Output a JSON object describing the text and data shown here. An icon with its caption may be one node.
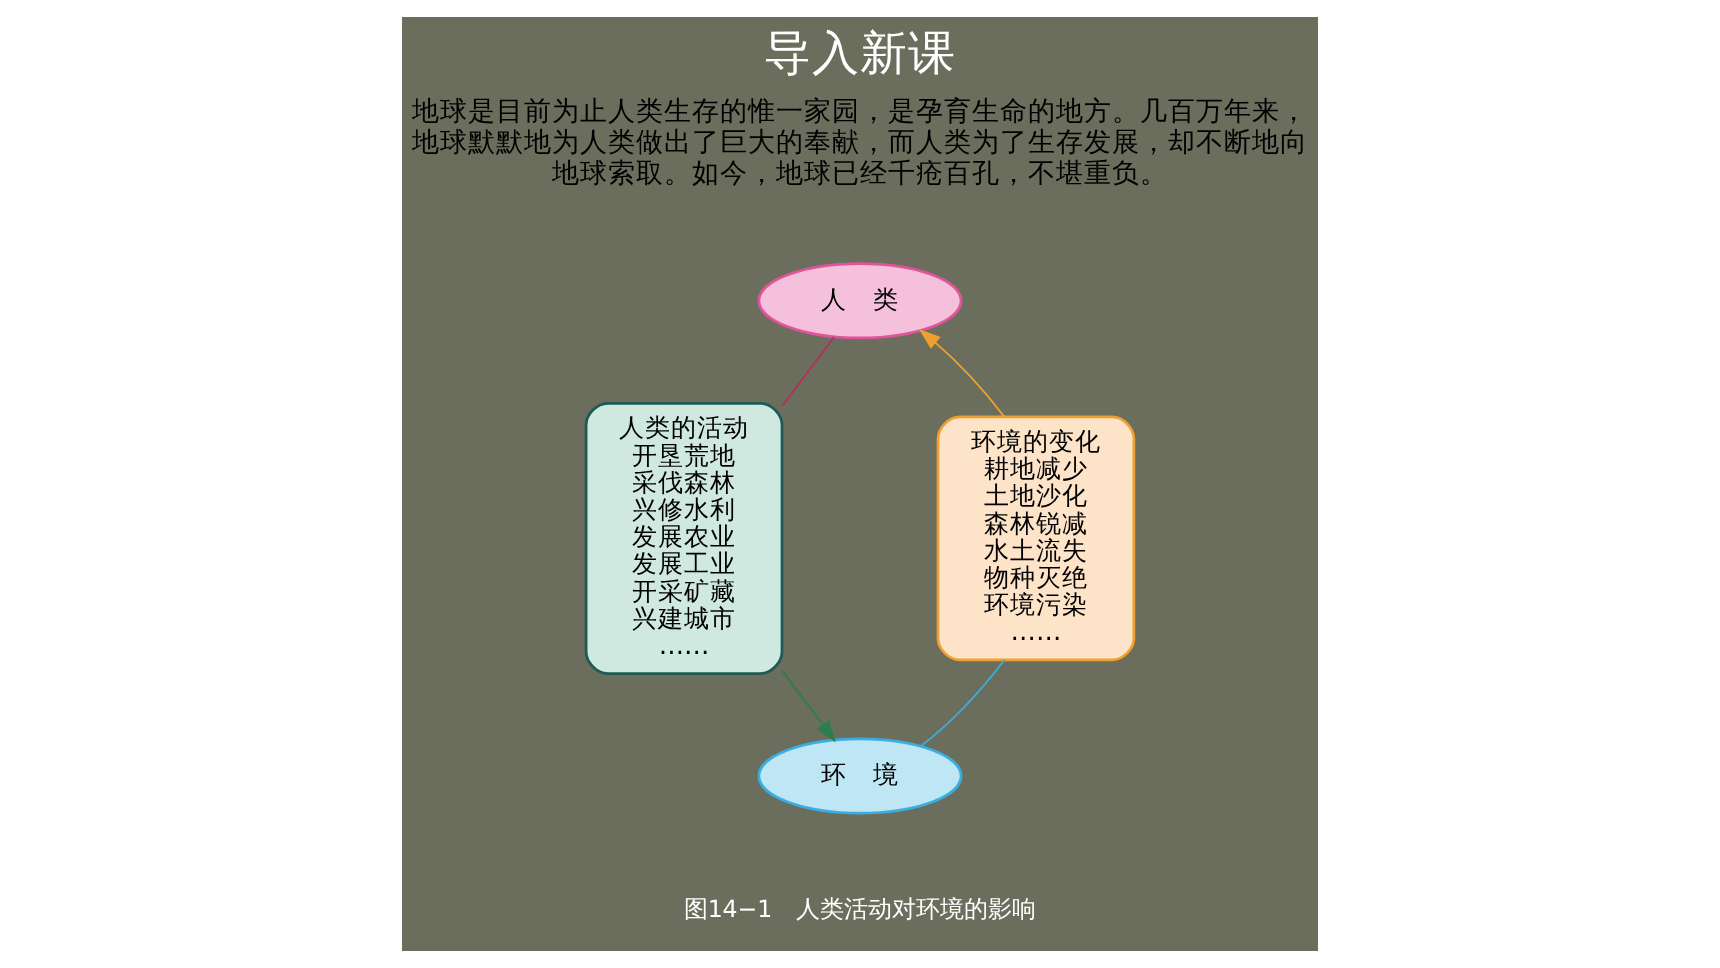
{
  "diagram": {
    "title": "导入新课",
    "caption": "图14−1　人类活动对环境的影响",
    "nodes": [
      {
        "text": [
          "人　类"
        ]
      },
      {
        "text": [
          "人类的活动",
          "开垦荒地",
          "采伐森林",
          "兴修水利",
          "发展农业",
          "发展工业",
          "开采矿藏",
          "兴建城市",
          "……"
        ]
      },
      {
        "text": [
          "环　境"
        ]
      },
      {
        "text": [
          "环境的变化",
          "耕地减少",
          "土地沙化",
          "森林锐减",
          "水土流失",
          "物种灭绝",
          "环境污染",
          "……"
        ]
      }
    ],
    "edges": [
      {
        "from": 0,
        "to": 1,
        "arrow": "none",
        "color": "#b03060"
      },
      {
        "from": 1,
        "to": 2,
        "arrow": "to",
        "color": "#2e7d4f"
      },
      {
        "from": 2,
        "to": 3,
        "arrow": "none",
        "color": "#3aaee0"
      },
      {
        "from": 3,
        "to": 0,
        "arrow": "to",
        "color": "#f0a030"
      }
    ],
    "labels": [
      "地球是目前为止人类生存的惟一家园，是孕育生命的地方。几百万年来，地球默默地为人类做出了巨大的奉献，而人类为了生存发展，却不断地向地球索取。如今，地球已经千疮百孔，不堪重负。"
    ]
  }
}
